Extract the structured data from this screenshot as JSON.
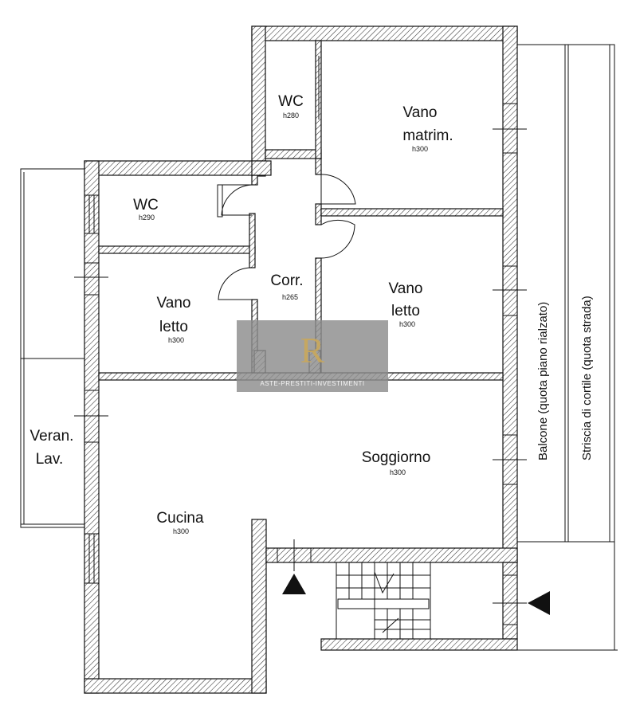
{
  "rooms": {
    "wc_top": {
      "name": "WC",
      "height": "h280"
    },
    "wc_left": {
      "name": "WC",
      "height": "h290"
    },
    "matrim": {
      "name_line1": "Vano",
      "name_line2": "matrim.",
      "height": "h300"
    },
    "corr": {
      "name": "Corr.",
      "height": "h265"
    },
    "letto_left": {
      "name_line1": "Vano",
      "name_line2": "letto",
      "height": "h300"
    },
    "letto_right": {
      "name_line1": "Vano",
      "name_line2": "letto",
      "height": "h300"
    },
    "soggiorno": {
      "name": "Soggiorno",
      "height": "h300"
    },
    "cucina": {
      "name": "Cucina",
      "height": "h300"
    },
    "veranda": {
      "name_line1": "Veran.",
      "name_line2": "Lav."
    }
  },
  "side_labels": {
    "balcone": "Balcone (quota piano rialzato)",
    "striscia": "Striscia di cortile (quota strada)"
  },
  "watermark": {
    "text": "ASTE-PRESTITI-INVESTIMENTI",
    "bg_color": "#8c8c8c"
  },
  "colors": {
    "wall_stroke": "#111111",
    "hatch": "#333333"
  }
}
